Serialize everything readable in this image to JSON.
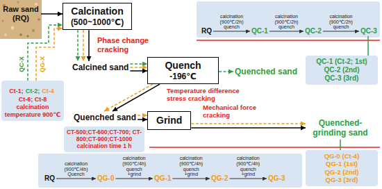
{
  "diagram": {
    "nodes": [
      {
        "text": [
          "Raw sand (RQ)"
        ]
      },
      {
        "text": [
          "Calcination",
          "(500~1000℃)"
        ]
      },
      {
        "text": [
          "RQ"
        ]
      },
      {
        "text": [
          "QC-1"
        ]
      },
      {
        "text": [
          "QC-2"
        ]
      },
      {
        "text": [
          "QC-3"
        ]
      },
      {
        "text": [
          "Calcined sand"
        ]
      },
      {
        "text": [
          "Quench",
          "-196℃"
        ]
      },
      {
        "text": [
          "Quenched sand"
        ]
      },
      {
        "text": [
          "QC-1 (Ct-2; 1st)",
          "QC-2 (2nd)",
          "QC-3 (3rd)"
        ]
      },
      {
        "text": [
          "Ct-1;",
          "Ct-2;",
          "Ct-4",
          "Ct-6; Ct-8",
          "calcination temperature 900℃"
        ]
      },
      {
        "text": [
          "Quenched sand"
        ]
      },
      {
        "text": [
          "Grind"
        ]
      },
      {
        "text": [
          "Quenched-grinding sand"
        ]
      },
      {
        "text": [
          "CT-500;CT-600;CT-700; CT-800;CT-900;CT-1000",
          "calcination time 1 h"
        ]
      },
      {
        "text": [
          "RQ"
        ]
      },
      {
        "text": [
          "QG-0"
        ]
      },
      {
        "text": [
          "QG-1"
        ]
      },
      {
        "text": [
          "QG-2"
        ]
      },
      {
        "text": [
          "QG-3"
        ]
      },
      {
        "text": [
          "QG-0 (Ct-4)",
          "QG-1 (1st)",
          "QG-2 (2nd)",
          "QG-3 (3rd)"
        ]
      }
    ],
    "edges": [
      {
        "from": 0,
        "to": 1,
        "arrow": "to"
      },
      {
        "from": 1,
        "to": 6,
        "arrow": "to"
      },
      {
        "from": 1,
        "to": 6,
        "arrow": "to"
      },
      {
        "from": 1,
        "to": 6,
        "arrow": "to"
      },
      {
        "from": 6,
        "to": 7,
        "arrow": "to"
      },
      {
        "from": 6,
        "to": 7,
        "arrow": "to"
      },
      {
        "from": 6,
        "to": 7,
        "arrow": "to"
      },
      {
        "from": 7,
        "to": 8,
        "arrow": "to"
      },
      {
        "from": 7,
        "to": 11,
        "arrow": "to"
      },
      {
        "from": 7,
        "to": 11,
        "arrow": "to"
      },
      {
        "from": 11,
        "to": 12,
        "arrow": "to"
      },
      {
        "from": 11,
        "to": 12,
        "arrow": "to"
      },
      {
        "from": 12,
        "to": 13,
        "arrow": "to"
      },
      {
        "from": 12,
        "to": 13,
        "arrow": "to"
      },
      {
        "from": 10,
        "to": 1,
        "label": "QC-X",
        "arrow": "to"
      },
      {
        "from": 10,
        "to": 1,
        "label": "QG-X",
        "arrow": "to"
      },
      {
        "from": 2,
        "to": 3,
        "label": "calcination (900℃/2h) quench",
        "arrow": "to"
      },
      {
        "from": 3,
        "to": 4,
        "label": "calcination (900℃/2h) quench",
        "arrow": "to"
      },
      {
        "from": 4,
        "to": 5,
        "label": "calcination (900℃/2h) quench",
        "arrow": "to"
      },
      {
        "from": 5,
        "to": 9,
        "arrow": "none"
      },
      {
        "from": 15,
        "to": 16,
        "label": "calcination (900℃/4h) Quench",
        "arrow": "to"
      },
      {
        "from": 16,
        "to": 17,
        "label": "calcination (900℃/4h) quench +grind",
        "arrow": "to"
      },
      {
        "from": 17,
        "to": 18,
        "label": "calcination (900℃/4h) quench +grind",
        "arrow": "to"
      },
      {
        "from": 18,
        "to": 19,
        "label": "calcination (900℃/4h) quench +grind",
        "arrow": "to"
      },
      {
        "from": 13,
        "to": 20,
        "arrow": "none"
      }
    ],
    "labels": [
      "Phase change cracking",
      "Temperature difference stress cracking",
      "Mechanical force cracking"
    ]
  }
}
